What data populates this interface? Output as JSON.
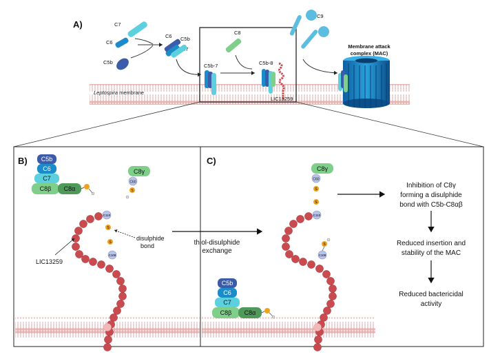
{
  "panel_a": {
    "label": "A)",
    "c7": "C7",
    "c6": "C6",
    "c5b": "C5b",
    "complex_c6": "C6",
    "complex_c5b": "C5b",
    "complex_c7": "C7",
    "c8": "C8",
    "c9": "C9",
    "c5b7": "C5b-7",
    "c5b8": "C5b-8",
    "lic": "LIC13259",
    "membrane_italic": "Leptospira",
    "membrane_rest": " membrane",
    "mac_line1": "Membrane attack",
    "mac_line2": "complex (MAC)"
  },
  "panel_b": {
    "label": "B)",
    "c5b": "C5b",
    "c6": "C6",
    "c7": "C7",
    "c8b": "C8β",
    "c8a": "C8α",
    "c8g": "C8γ",
    "c60": "C60",
    "c110": "C110",
    "c108": "C108",
    "s": "S",
    "lic": "LIC13259",
    "disulphide_line1": "disulphide",
    "disulphide_line2": "bond"
  },
  "exchange": {
    "line1": "thiol-disulphide",
    "line2": "exchange"
  },
  "panel_c": {
    "label": "C)",
    "c8g": "C8γ",
    "c60": "C60",
    "c110": "C110",
    "c108": "C108",
    "s": "S",
    "c5b": "C5b",
    "c6": "C6",
    "c7": "C7",
    "c8b": "C8β",
    "c8a": "C8α"
  },
  "flow": {
    "step1_l1": "Inhibition of C8γ",
    "step1_l2": "forming a disulphide",
    "step1_l3": "bond with C5b-C8αβ",
    "step2_l1": "Reduced insertion and",
    "step2_l2": "stability of the MAC",
    "step3_l1": "Reduced bactericidal",
    "step3_l2": "activity"
  },
  "colors": {
    "bead": "#c94b4f",
    "membrane": "#f1d7d6",
    "c5b": "#3c5ba8",
    "c6": "#1b8bc9",
    "c7": "#5dd0e0",
    "c8": "#7fcf8b",
    "c8a": "#4f9a5a",
    "sulfur": "#f0a21a",
    "residue": "#b9c3e6"
  }
}
